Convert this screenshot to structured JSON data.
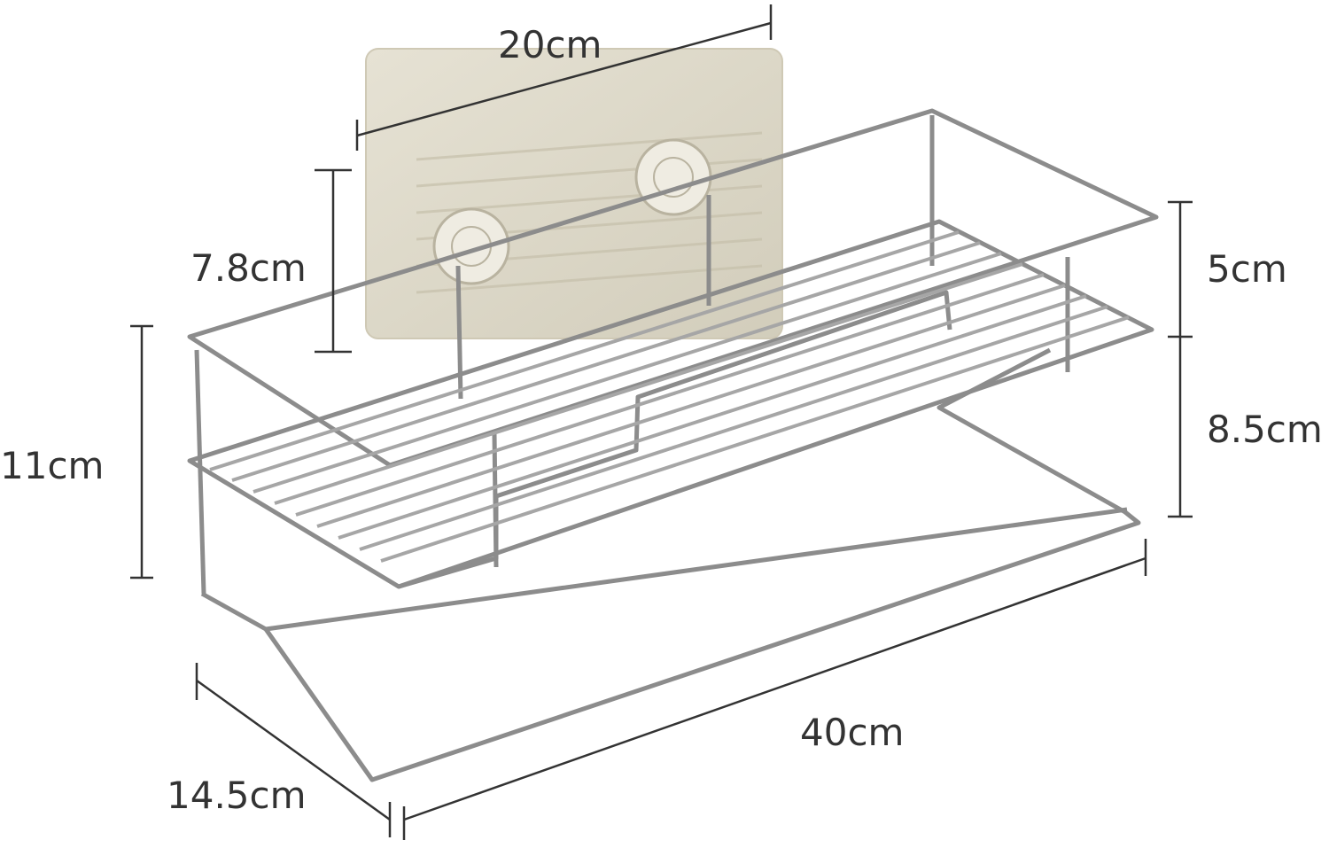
{
  "dimensions": {
    "pad_width": "20cm",
    "pad_height": "7.8cm",
    "overall_height": "11cm",
    "upper_rail_height": "5cm",
    "lower_section_height": "8.5cm",
    "length": "40cm",
    "depth": "14.5cm"
  },
  "colors": {
    "pad": "#ddd8c8",
    "wire": "#8c8c8c",
    "dimension_line": "#333333",
    "text": "#333333"
  }
}
